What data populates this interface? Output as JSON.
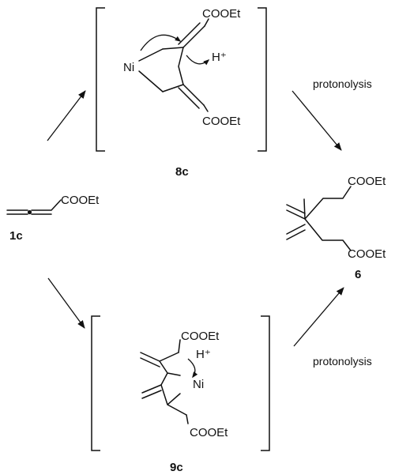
{
  "scheme": {
    "compounds": {
      "c8": {
        "label": "8c",
        "metal": "Ni",
        "proton": "H⁺",
        "ester_top": "COOEt",
        "ester_bottom": "COOEt"
      },
      "c1": {
        "label": "1c",
        "ester": "COOEt"
      },
      "c6": {
        "label": "6",
        "ester_top": "COOEt",
        "ester_bottom": "COOEt"
      },
      "c9": {
        "label": "9c",
        "metal": "Ni",
        "proton": "H⁺",
        "ester_top": "COOEt",
        "ester_bottom": "COOEt"
      }
    },
    "steps": {
      "upper": {
        "text": "protonolysis"
      },
      "lower": {
        "text": "protonolysis"
      }
    }
  }
}
